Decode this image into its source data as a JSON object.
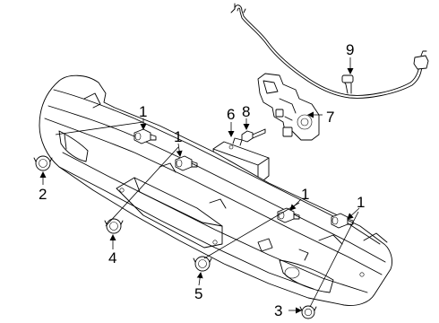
{
  "diagram": {
    "callouts": {
      "c1a": "1",
      "c1b": "1",
      "c1c": "1",
      "c1d": "1",
      "c2": "2",
      "c3": "3",
      "c4": "4",
      "c5": "5",
      "c6": "6",
      "c7": "7",
      "c8": "8",
      "c9": "9"
    }
  }
}
